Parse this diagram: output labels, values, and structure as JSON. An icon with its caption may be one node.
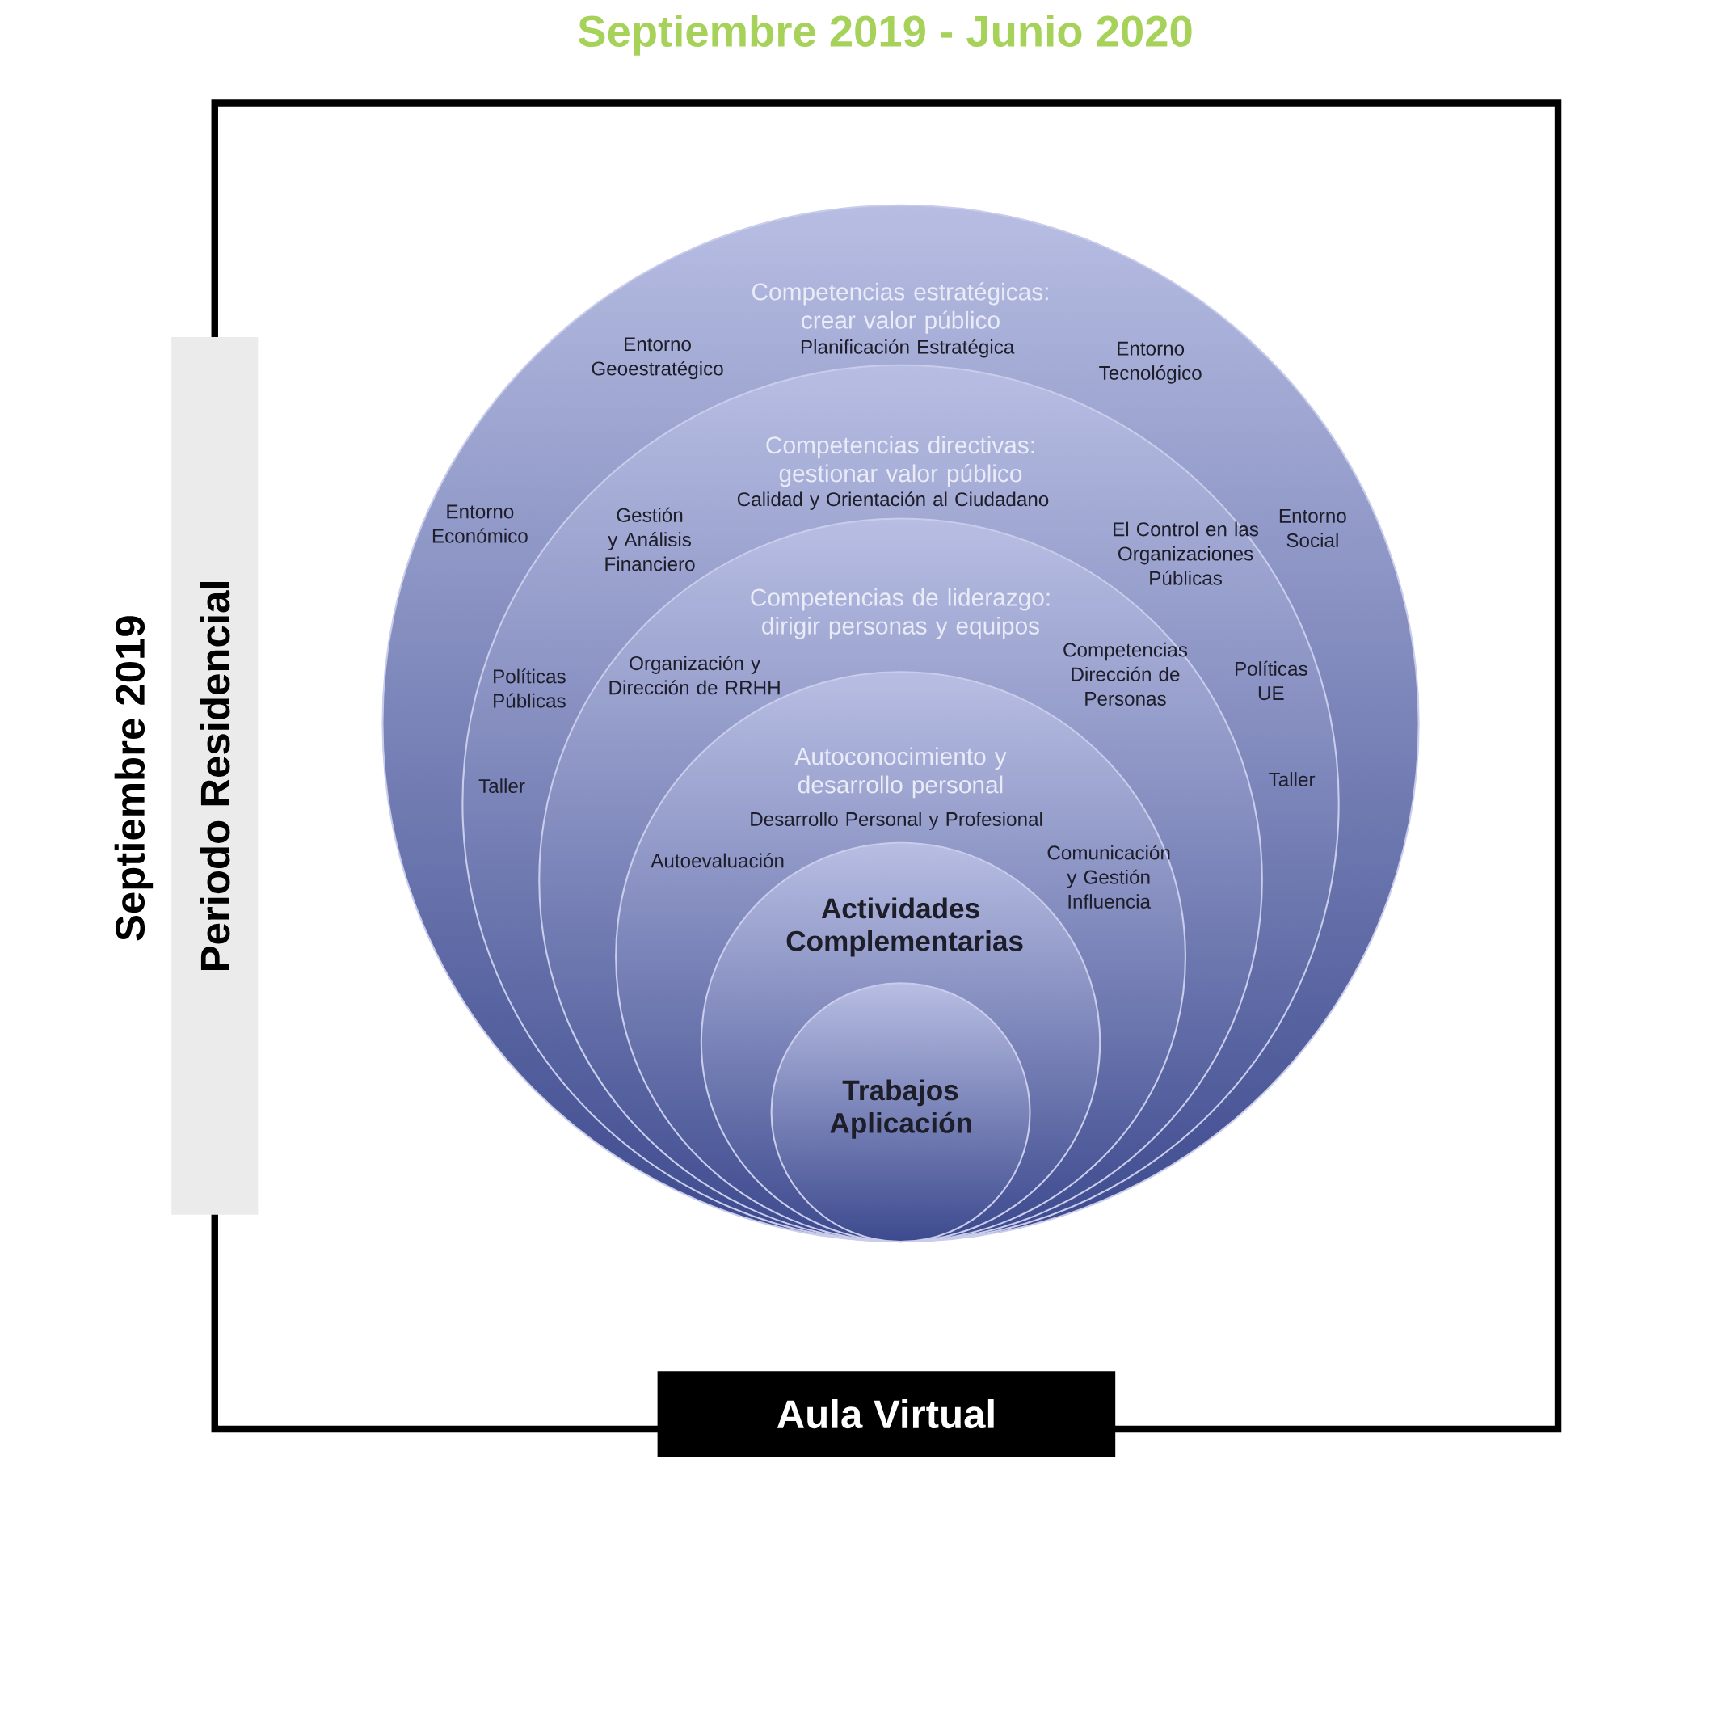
{
  "diagram": {
    "title": "Septiembre 2019 - Junio 2020",
    "nodes": [
      {
        "text": [
          "Competencias estratégicas: crear valor público"
        ]
      },
      {
        "text": [
          "Competencias directivas: gestionar valor público"
        ],
        "in": 0
      },
      {
        "text": [
          "Competencias de liderazgo: dirigir personas y equipos"
        ],
        "in": 1
      },
      {
        "text": [
          "Autoconocimiento y desarrollo personal"
        ],
        "in": 2
      },
      {
        "text": [
          "Actividades Complementarias"
        ],
        "in": 3
      },
      {
        "text": [
          "Trabajos Aplicación"
        ],
        "in": 4
      },
      {
        "text": [
          "Periodo Residencial"
        ],
        "beside": [
          "Septiembre 2019"
        ]
      },
      {
        "text": [
          "Aula Virtual"
        ]
      }
    ],
    "labels": [
      "Entorno Geoestratégico",
      "Planificación Estratégica",
      "Entorno Tecnológico",
      "Entorno Económico",
      "Gestión y Análisis Financiero",
      "Calidad y Orientación al Ciudadano",
      "El Control en las Organizaciones Públicas",
      "Entorno Social",
      "Organización y Dirección de RRHH",
      "Competencias Dirección de Personas",
      "Políticas Públicas",
      "Políticas UE",
      "Taller",
      "Taller",
      "Desarrollo Personal y Profesional",
      "Autoevaluación",
      "Comunicación y Gestión Influencia"
    ]
  }
}
